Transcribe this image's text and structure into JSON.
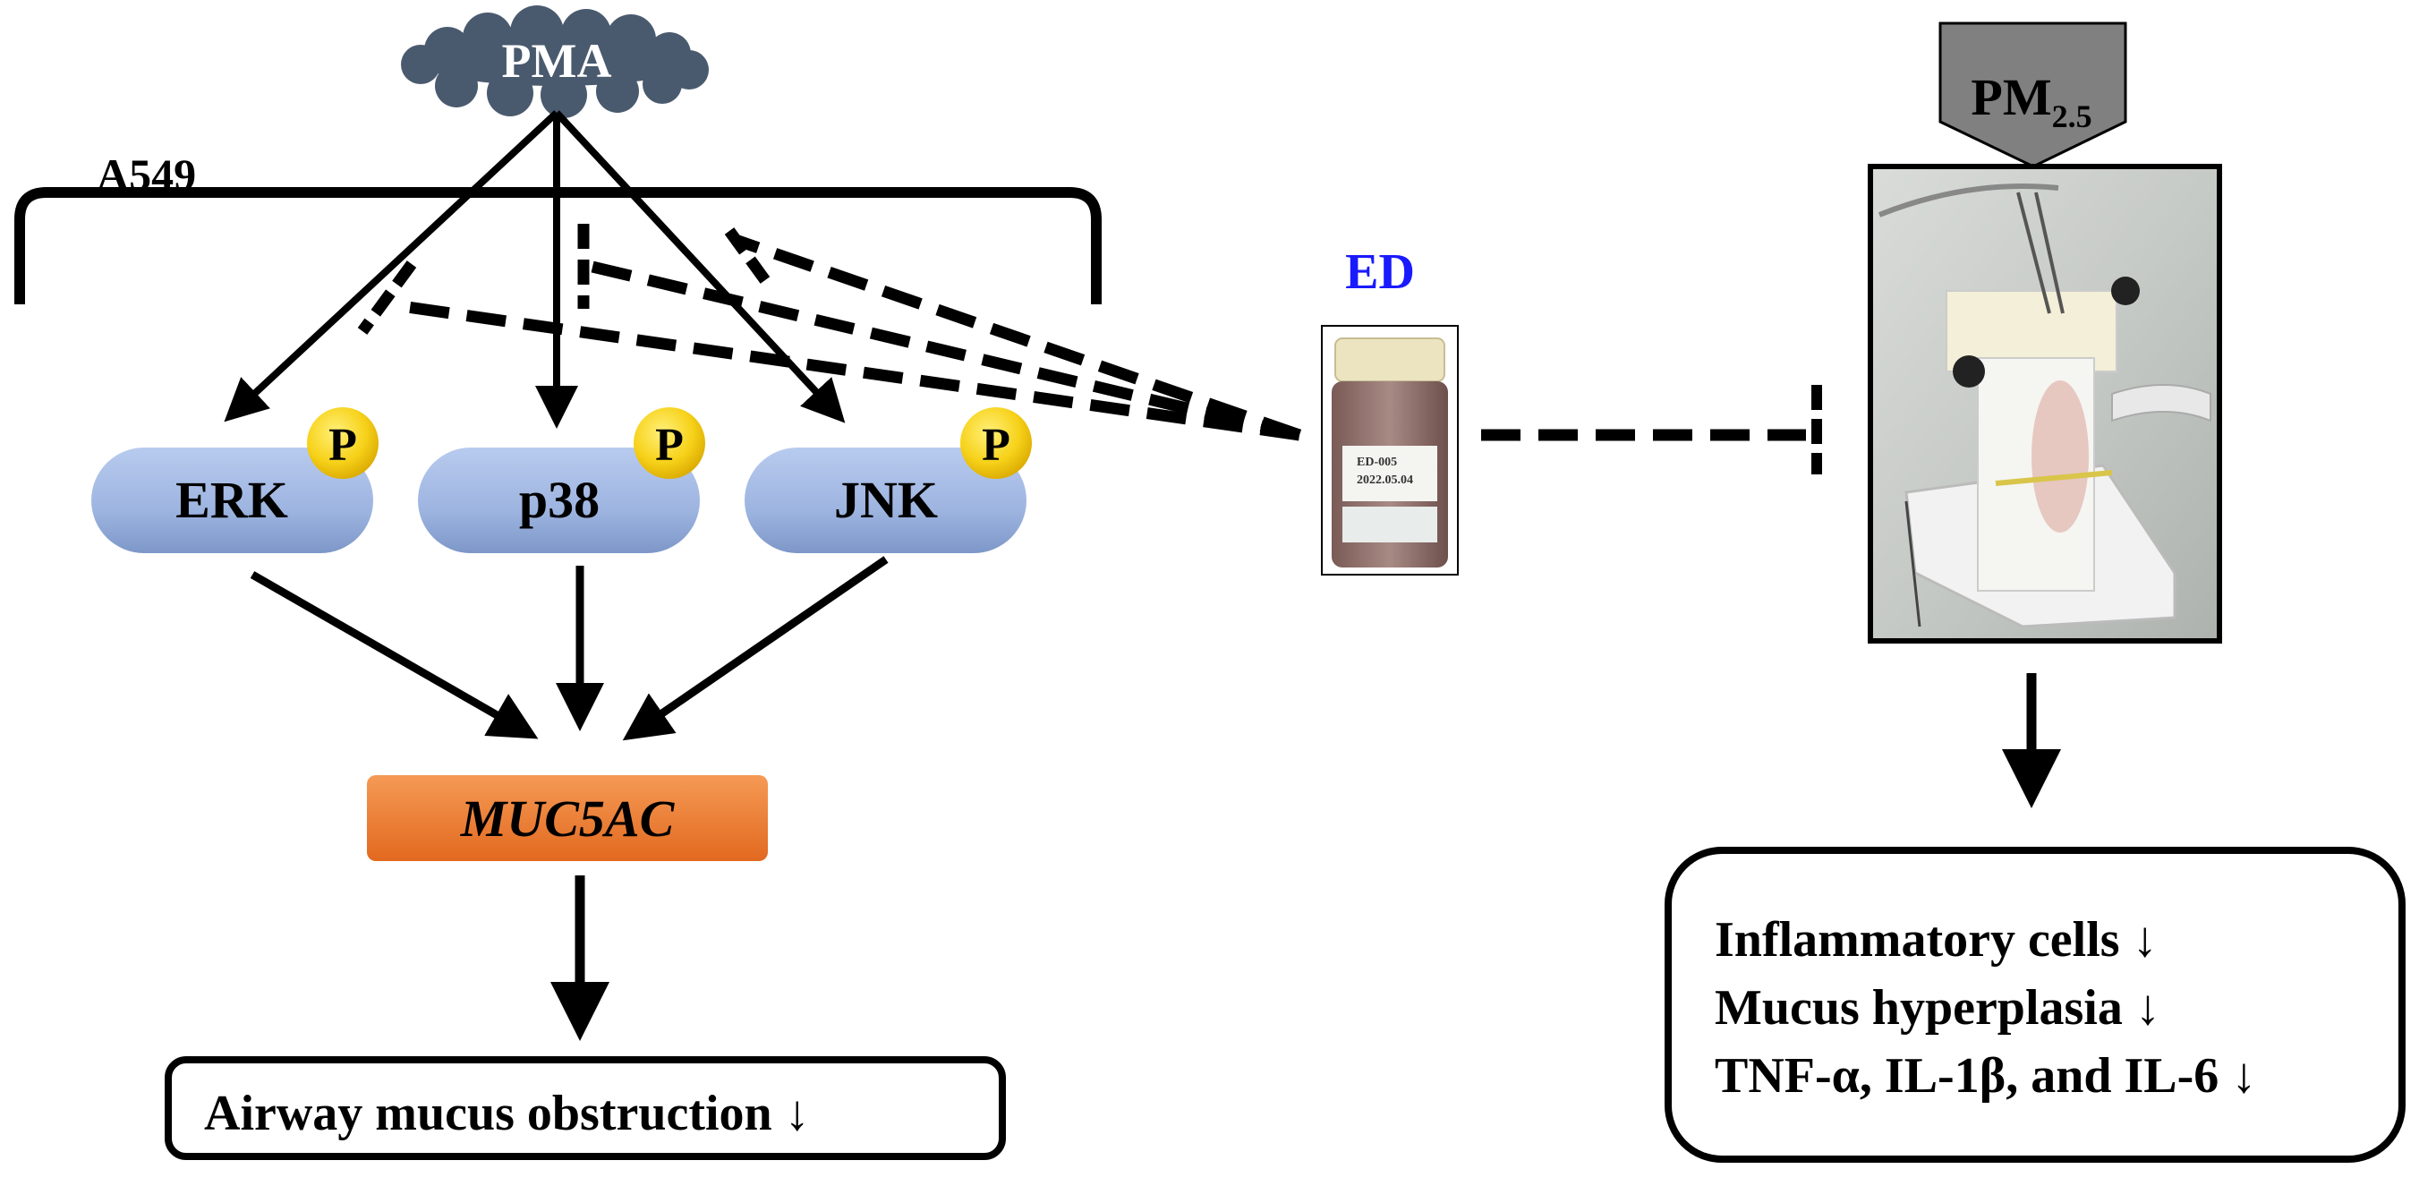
{
  "stimulus": {
    "label": "PMA"
  },
  "cell_line": {
    "label": "A549"
  },
  "kinases": [
    {
      "label": "ERK",
      "phospho": "P"
    },
    {
      "label": "p38",
      "phospho": "P"
    },
    {
      "label": "JNK",
      "phospho": "P"
    }
  ],
  "gene": {
    "label": "MUC5AC"
  },
  "outcome_left": {
    "label": "Airway mucus obstruction ↓"
  },
  "treatment": {
    "label": "ED",
    "jar_label_line1": "ED-005",
    "jar_label_line2": "2022.05.04"
  },
  "exposure": {
    "label_main": "PM",
    "label_sub": "2.5"
  },
  "outcomes_right": {
    "lines": [
      "Inflammatory cells ↓",
      "Mucus hyperplasia ↓",
      "TNF-α, IL-1β, and IL-6 ↓"
    ]
  },
  "colors": {
    "cloud": "#4a5a6e",
    "kinase": "#9db4e0",
    "phospho": "#f7d21a",
    "gene": "#ef7f30",
    "treatment_label": "#1a1aff",
    "arrow": "#000000"
  }
}
